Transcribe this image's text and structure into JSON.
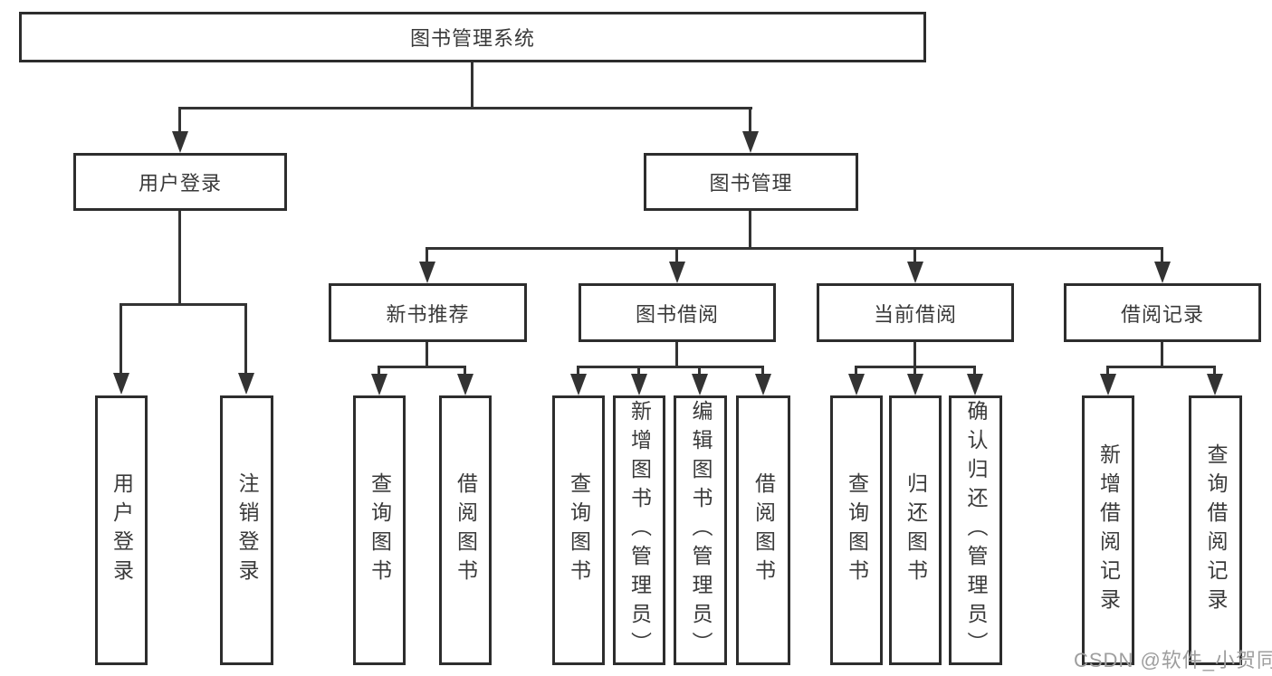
{
  "tree": {
    "root": "图书管理系统",
    "branches": [
      {
        "label": "用户登录",
        "children": [
          "用户登录",
          "注销登录"
        ]
      },
      {
        "label": "图书管理",
        "children": [
          {
            "label": "新书推荐",
            "children": [
              "查询图书",
              "借阅图书"
            ]
          },
          {
            "label": "图书借阅",
            "children": [
              "查询图书",
              "新增图书（管理员）",
              "编辑图书（管理员）",
              "借阅图书"
            ]
          },
          {
            "label": "当前借阅",
            "children": [
              "查询图书",
              "归还图书",
              "确认归还（管理员）"
            ]
          },
          {
            "label": "借阅记录",
            "children": [
              "新增借阅记录",
              "查询借阅记录"
            ]
          }
        ]
      }
    ]
  },
  "watermark": {
    "text": "CSDN @软件_小贺同学",
    "color": "#9e9e9e"
  },
  "colors": {
    "line": "#333333",
    "box_border": "#2d2d2d",
    "text": "#3a3a3a",
    "watermark": "#9e9e9e",
    "background": "#ffffff"
  }
}
